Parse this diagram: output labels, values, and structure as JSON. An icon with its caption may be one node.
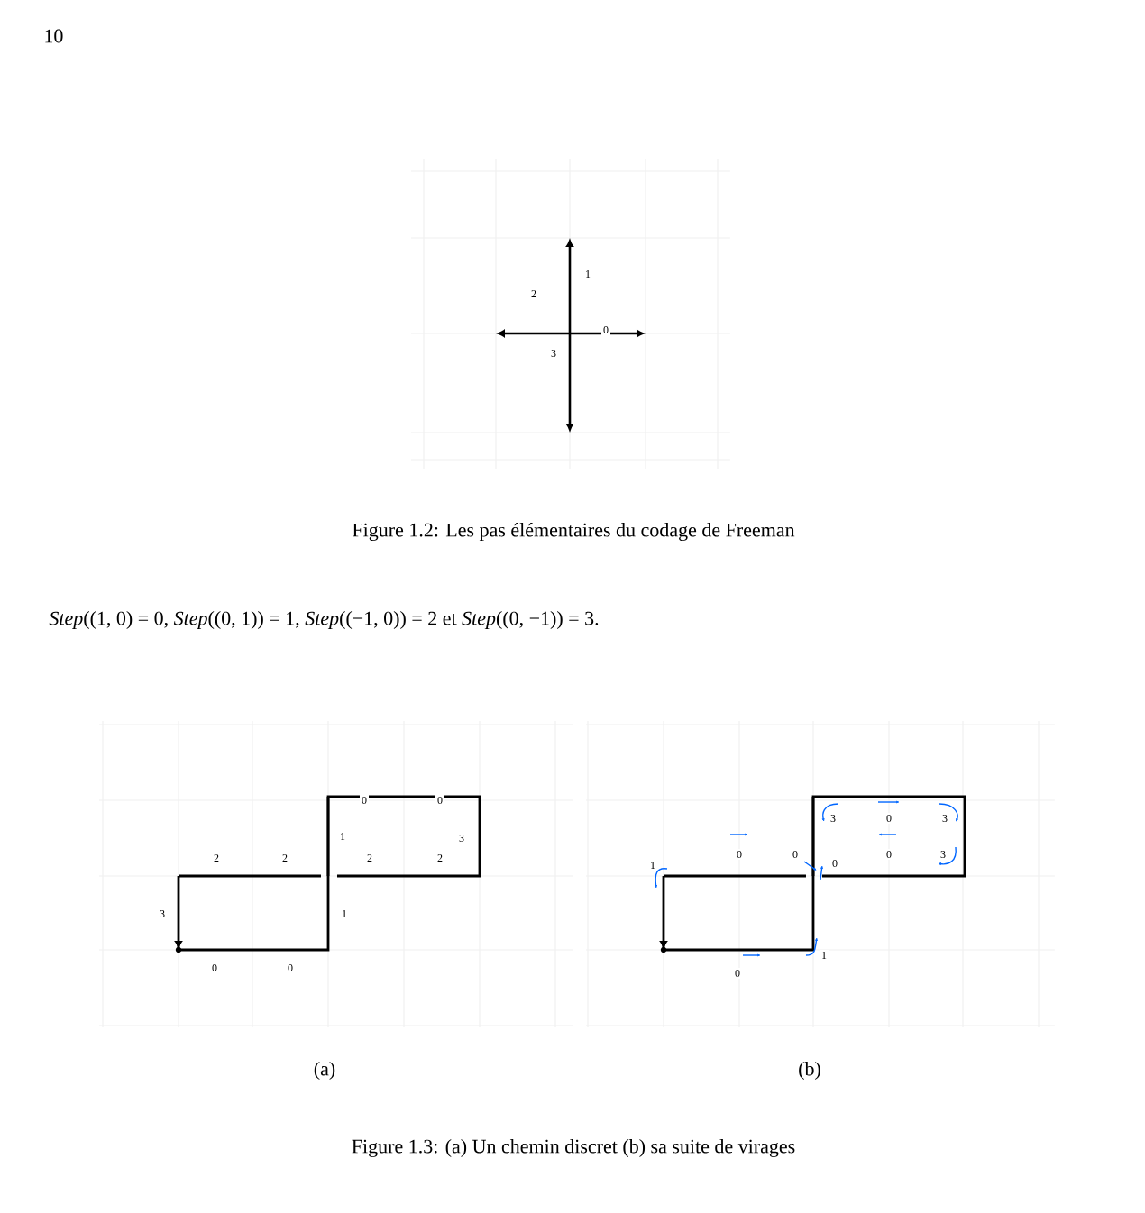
{
  "diagram": {
    "labels": [
      "10",
      "1",
      "2",
      "0",
      "3",
      "Figure 1.2: Les pas élémentaires du codage de Freeman",
      "*Step*((1, 0) = 0, *Step*((0, 1)) = 1, *Step*((−1, 0)) = 2 et *Step*((0, −1)) = 3.",
      "0",
      "0",
      "1",
      "3",
      "2",
      "2",
      "2",
      "2",
      "3",
      "1",
      "0",
      "0",
      "3",
      "0",
      "3",
      "1",
      "0",
      "0",
      "0",
      "0",
      "3",
      "0",
      "1",
      "(a)",
      "(b)",
      "Figure 1.3: (a) Un chemin discret (b) sa suite de virages"
    ]
  }
}
